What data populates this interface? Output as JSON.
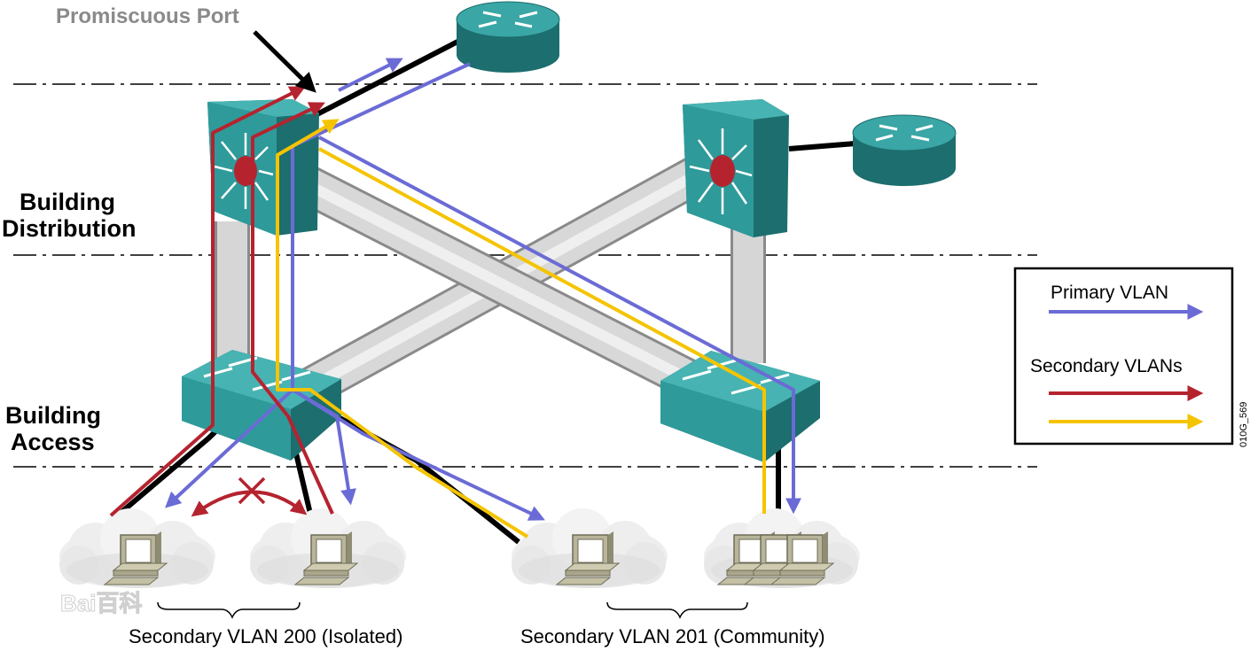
{
  "labels": {
    "promiscuous_port": "Promiscuous Port",
    "building_distribution_line1": "Building",
    "building_distribution_line2": "Distribution",
    "building_access_line1": "Building",
    "building_access_line2": "Access",
    "secondary_vlan_200": "Secondary VLAN 200 (Isolated)",
    "secondary_vlan_201": "Secondary VLAN 201 (Community)",
    "figure_code": "010G_569",
    "watermark": "Bai百科"
  },
  "legend": {
    "primary_vlan": "Primary VLAN",
    "secondary_vlans": "Secondary VLANs"
  },
  "colors": {
    "primary_vlan": "#6b6bd6",
    "secondary_vlan_red": "#b5232f",
    "secondary_vlan_yellow": "#f5c400",
    "device_teal": "#2f9a9a",
    "device_teal_dark": "#1d6e6e",
    "trunk_gray": "#cfcfcf",
    "uplink_black": "#000000"
  },
  "icons": {
    "router": "router-icon",
    "multilayer_switch": "multilayer-switch-icon",
    "access_switch": "access-switch-icon",
    "workstation": "workstation-icon",
    "cloud": "cloud-icon",
    "blocked": "blocked-x-icon"
  }
}
